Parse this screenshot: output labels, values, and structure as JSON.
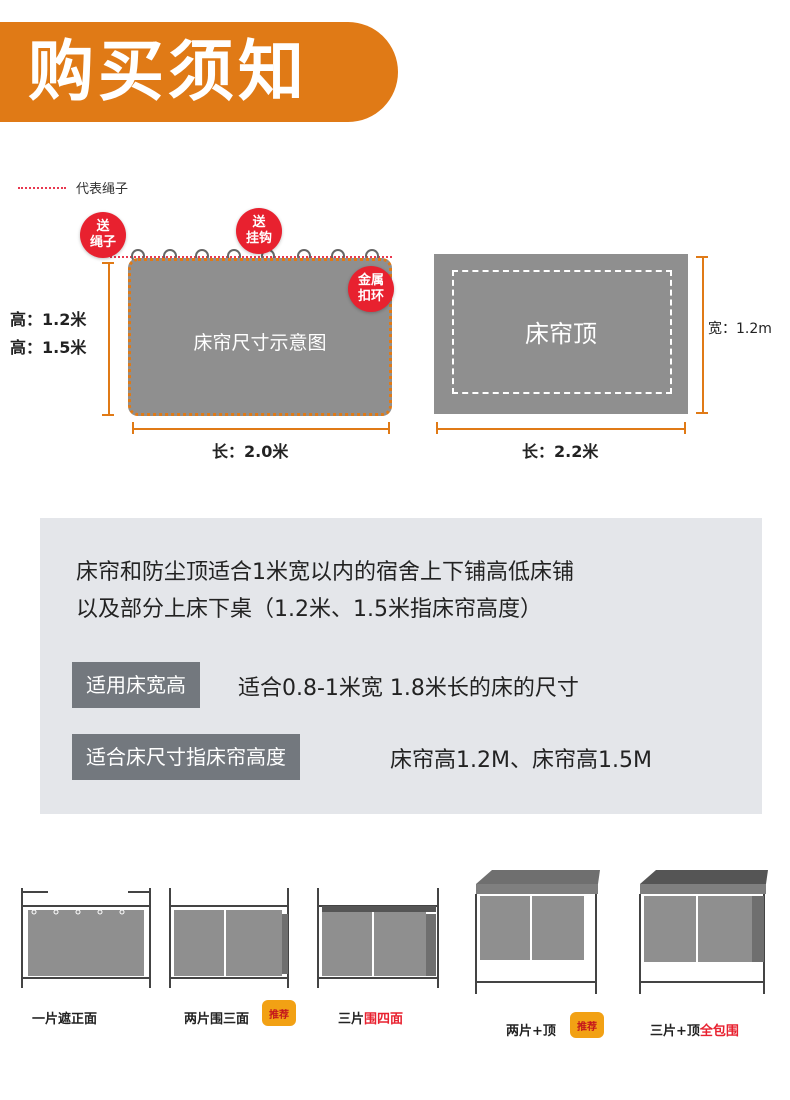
{
  "header": {
    "title": "购买须知",
    "color": "#e07a16"
  },
  "legend": {
    "text": "代表绳子",
    "color": "#e8384f"
  },
  "curtain": {
    "label": "床帘尺寸示意图",
    "badges": {
      "rope": "送\n绳子",
      "hooks": "送\n挂钩",
      "rings": "金属\n扣环"
    },
    "height_labels": [
      "高：1.2米",
      "高：1.5米"
    ],
    "length_label": "长：2.0米"
  },
  "top": {
    "label": "床帘顶",
    "width_label": "宽：1.2m",
    "length_label": "长：2.2米"
  },
  "info": {
    "line1": "床帘和防尘顶适合1米宽以内的宿舍上下铺高低床铺",
    "line2": "以及部分上床下桌（1.2米、1.5米指床帘高度）",
    "row1": {
      "tag": "适用床宽高",
      "value": "适合0.8-1米宽 1.8米长的床的尺寸"
    },
    "row2": {
      "tag": "适合床尺寸指床帘高度",
      "value": "床帘高1.2M、床帘高1.5M"
    }
  },
  "beds": [
    {
      "caption": "一片遮正面",
      "highlight": ""
    },
    {
      "caption": "两片围三面",
      "highlight": "",
      "recommend": "推荐"
    },
    {
      "caption": "三片",
      "highlight": "围四面"
    },
    {
      "caption": "两片+顶",
      "highlight": "",
      "recommend": "推荐"
    },
    {
      "caption": "三片+顶",
      "highlight": "全包围"
    }
  ]
}
